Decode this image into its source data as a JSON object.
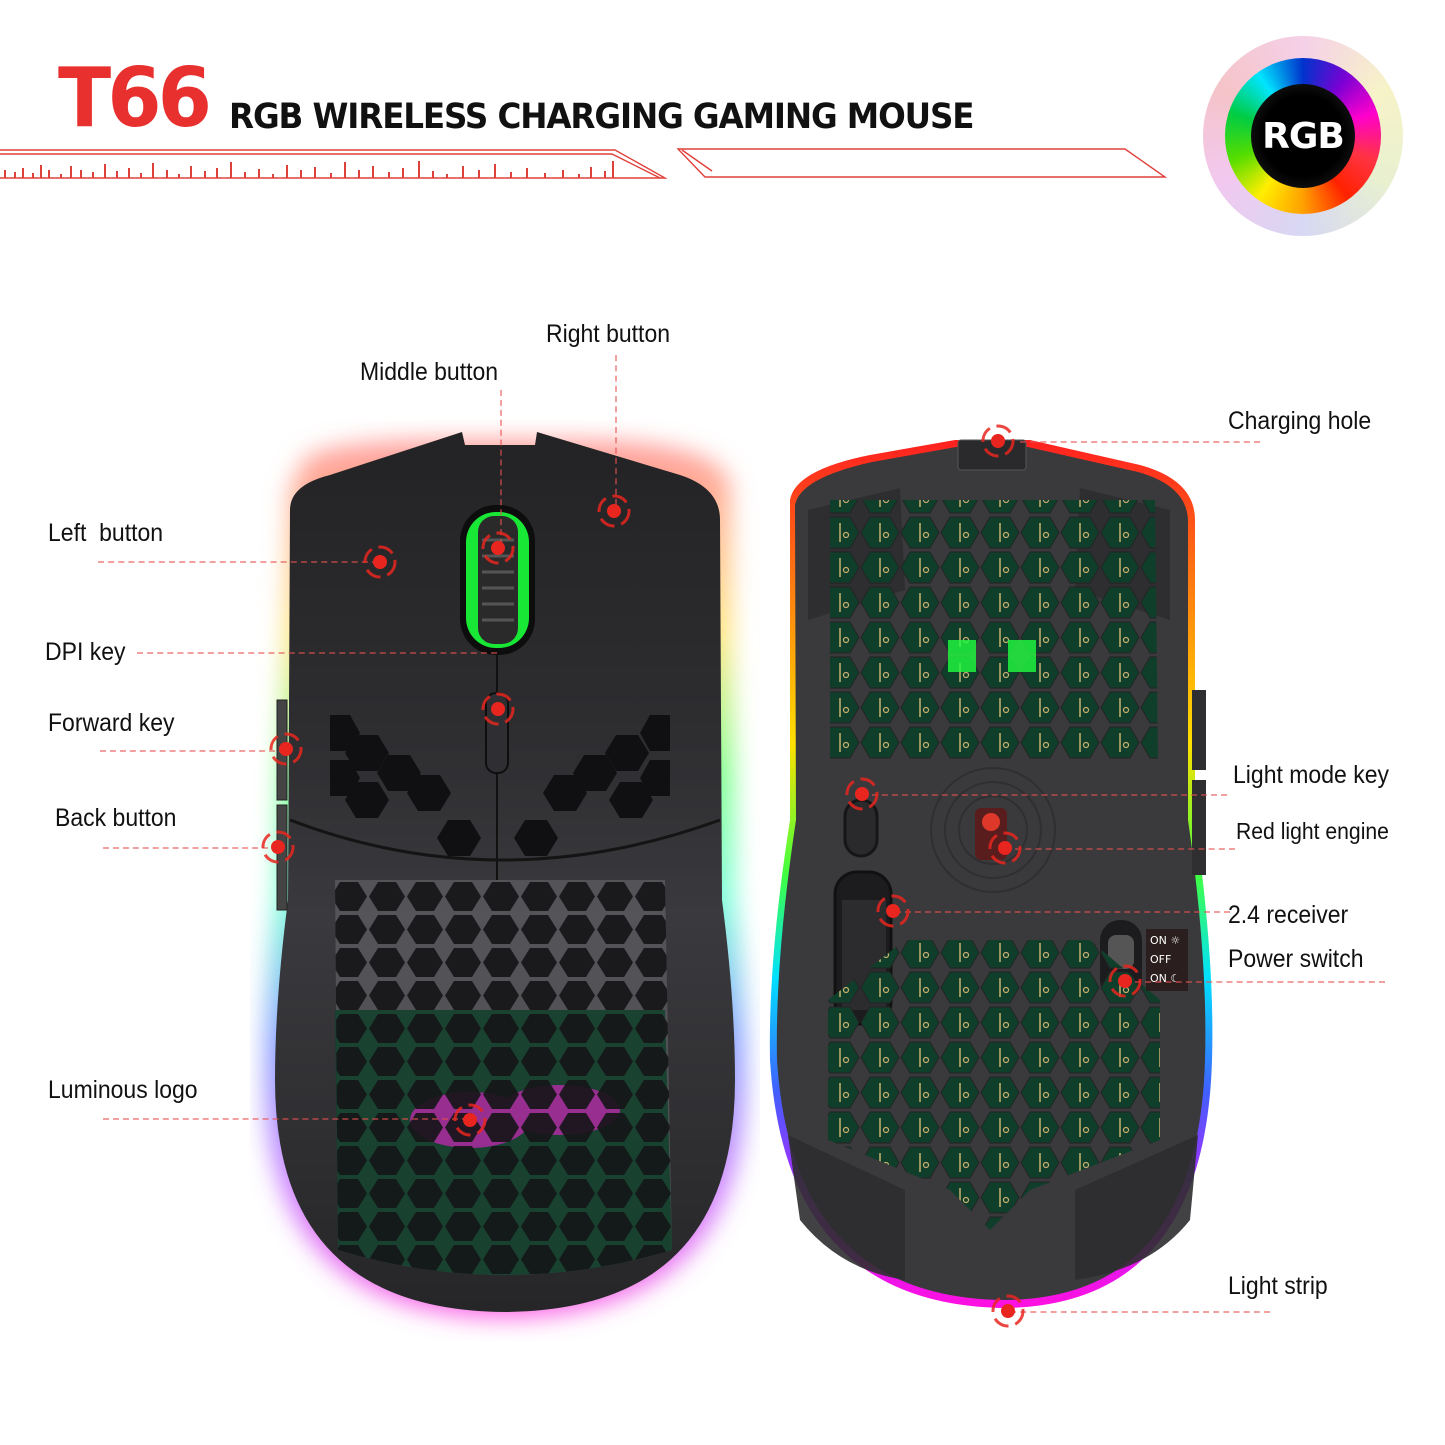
{
  "header": {
    "model": "T66",
    "title": "RGB WIRELESS CHARGING GAMING MOUSE",
    "accent_color": "#e8302f"
  },
  "rgb_badge": {
    "text": "RGB"
  },
  "top_view": {
    "name": "mouse-top-view",
    "callouts": [
      {
        "id": "right-button",
        "label": "Right button"
      },
      {
        "id": "middle-button",
        "label": "Middle button"
      },
      {
        "id": "left-button",
        "label": "Left  button"
      },
      {
        "id": "dpi-key",
        "label": "DPI key"
      },
      {
        "id": "forward-key",
        "label": "Forward key"
      },
      {
        "id": "back-button",
        "label": "Back button"
      },
      {
        "id": "luminous-logo",
        "label": "Luminous logo"
      }
    ]
  },
  "bottom_view": {
    "name": "mouse-bottom-view",
    "callouts": [
      {
        "id": "charging-hole",
        "label": "Charging hole"
      },
      {
        "id": "light-mode-key",
        "label": "Light mode key"
      },
      {
        "id": "red-light-engine",
        "label": "Red light engine"
      },
      {
        "id": "receiver",
        "label": "2.4 receiver"
      },
      {
        "id": "power-switch",
        "label": "Power switch"
      },
      {
        "id": "light-strip",
        "label": "Light strip"
      }
    ],
    "power_switch_positions": [
      "ON ☼",
      "OFF",
      "ON ☾"
    ]
  },
  "colors": {
    "marker": "#e8261f",
    "body": "#2a2a2c",
    "pcb": "#0f3f2a",
    "trace": "#c9b070",
    "glow_green": "#28ff3a",
    "glow_magenta": "#ff1ee0"
  }
}
